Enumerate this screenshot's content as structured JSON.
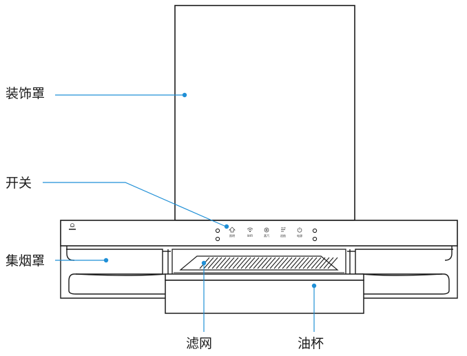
{
  "labels": {
    "decorative_cover": "装饰罩",
    "switch": "开关",
    "smoke_hood": "集烟罩",
    "filter": "滤网",
    "oil_cup": "油杯"
  },
  "panel": {
    "buttons": [
      {
        "label": "照明",
        "icon": "light-icon"
      },
      {
        "label": "WIFI",
        "icon": "wifi-icon"
      },
      {
        "label": "蒸汽",
        "icon": "steam-icon"
      },
      {
        "label": "巡航",
        "icon": "cruise-icon"
      },
      {
        "label": "电源",
        "icon": "power-icon"
      }
    ]
  },
  "colors": {
    "outline": "#1a1a1a",
    "leader_line": "#1f8fd6",
    "leader_dot": "#1f8fd6"
  }
}
